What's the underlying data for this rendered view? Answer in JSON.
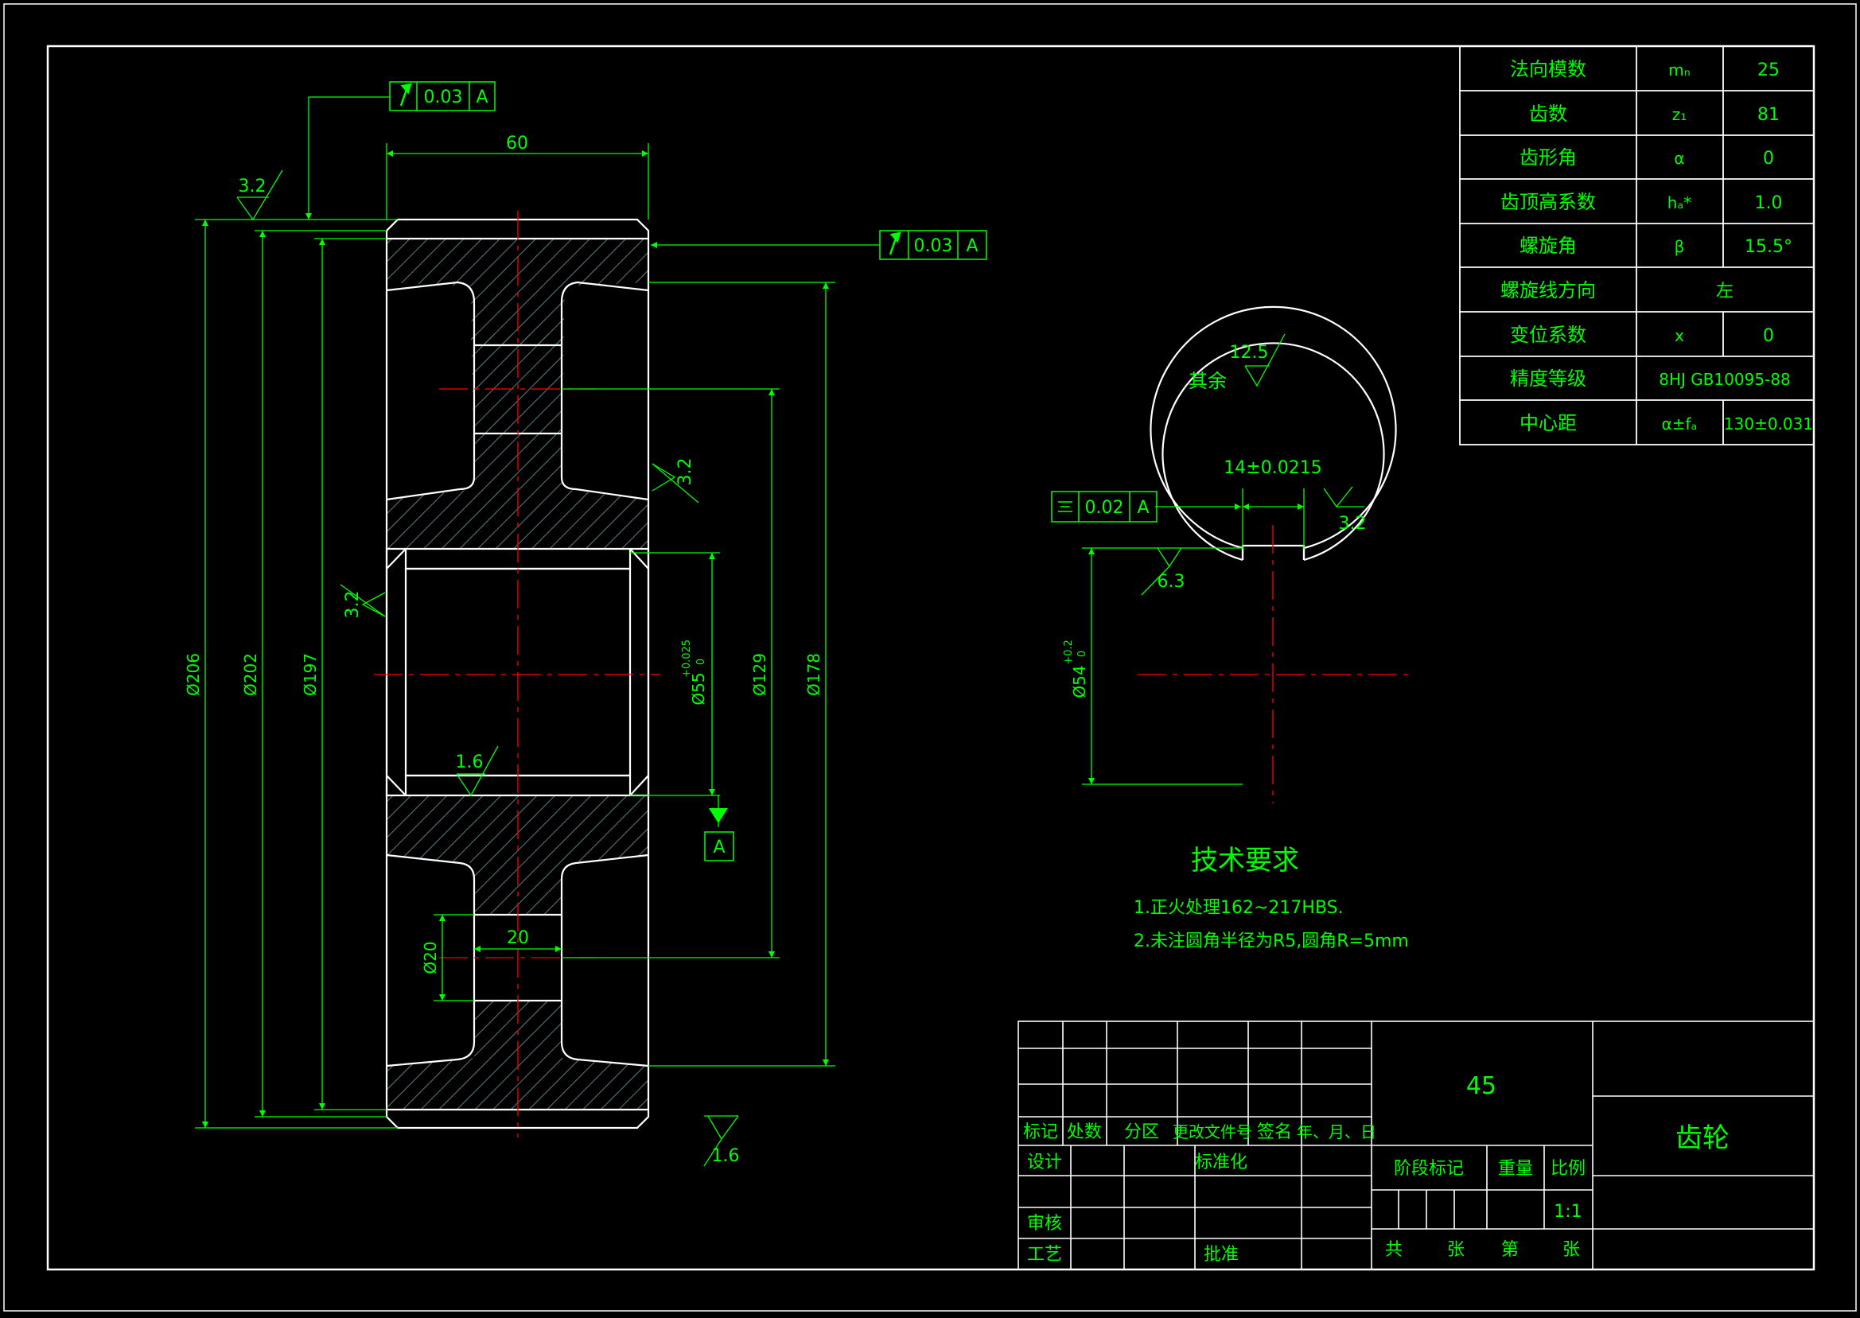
{
  "colors": {
    "background": "#000000",
    "outline": "#ffffff",
    "dimension": "#00ff00",
    "centerline": "#ff0000",
    "hatch": "#5f7f7f"
  },
  "params_table": [
    {
      "name": "法向模数",
      "symbol": "mₙ",
      "value": "25"
    },
    {
      "name": "齿数",
      "symbol": "z₁",
      "value": "81"
    },
    {
      "name": "齿形角",
      "symbol": "α",
      "value": "0"
    },
    {
      "name": "齿顶高系数",
      "symbol": "hₐ*",
      "value": "1.0"
    },
    {
      "name": "螺旋角",
      "symbol": "β",
      "value": "15.5°"
    },
    {
      "name": "螺旋线方向",
      "symbol": "",
      "value": "左"
    },
    {
      "name": "变位系数",
      "symbol": "x",
      "value": "0"
    },
    {
      "name": "精度等级",
      "symbol": "",
      "value": "8HJ GB10095-88"
    },
    {
      "name": "中心距",
      "symbol": "α±fₐ",
      "value": "130±0.031"
    }
  ],
  "section_view": {
    "width_dim": "60",
    "dia_206": "Ø206",
    "dia_202": "Ø202",
    "dia_197": "Ø197",
    "dia_178": "Ø178",
    "dia_129": "Ø129",
    "bore": "Ø55",
    "bore_tol_upper": "+0.025",
    "bore_tol_lower": "0",
    "hole_dia": "Ø20",
    "hole_spacing": "20",
    "rough_top": "3.2",
    "rough_left": "3.2",
    "rough_right": "3.2",
    "rough_bore": "1.6",
    "rough_bottom": "1.6",
    "runout_top": {
      "tolerance": "0.03",
      "datum": "A"
    },
    "runout_right": {
      "tolerance": "0.03",
      "datum": "A"
    },
    "datum_label": "A"
  },
  "end_view": {
    "rough_default": "12.5",
    "rough_default_label": "其余",
    "keyway_width": "14±0.0215",
    "symmetry": {
      "tolerance": "0.02",
      "datum": "A"
    },
    "rough_key": "3.2",
    "rough_bore": "6.3",
    "bore_dim": "Ø54",
    "bore_tol_upper": "+0.2",
    "bore_tol_lower": "0"
  },
  "tech": {
    "title": "技术要求",
    "items": [
      "1.正火处理162~217HBS.",
      "2.未注圆角半径为R5,圆角R=5mm"
    ]
  },
  "title_block": {
    "material": "45",
    "part_name": "齿轮",
    "col_labels": [
      "标记",
      "处数",
      "分区",
      "更改文件号",
      "签名",
      "年、月、日"
    ],
    "design": "设计",
    "standard": "标准化",
    "review": "审核",
    "process": "工艺",
    "approve": "批准",
    "stage_mark": "阶段标记",
    "weight": "重量",
    "scale_label": "比例",
    "scale": "1:1",
    "total": "共",
    "sheets": "张",
    "nth": "第",
    "sheet": "张"
  }
}
